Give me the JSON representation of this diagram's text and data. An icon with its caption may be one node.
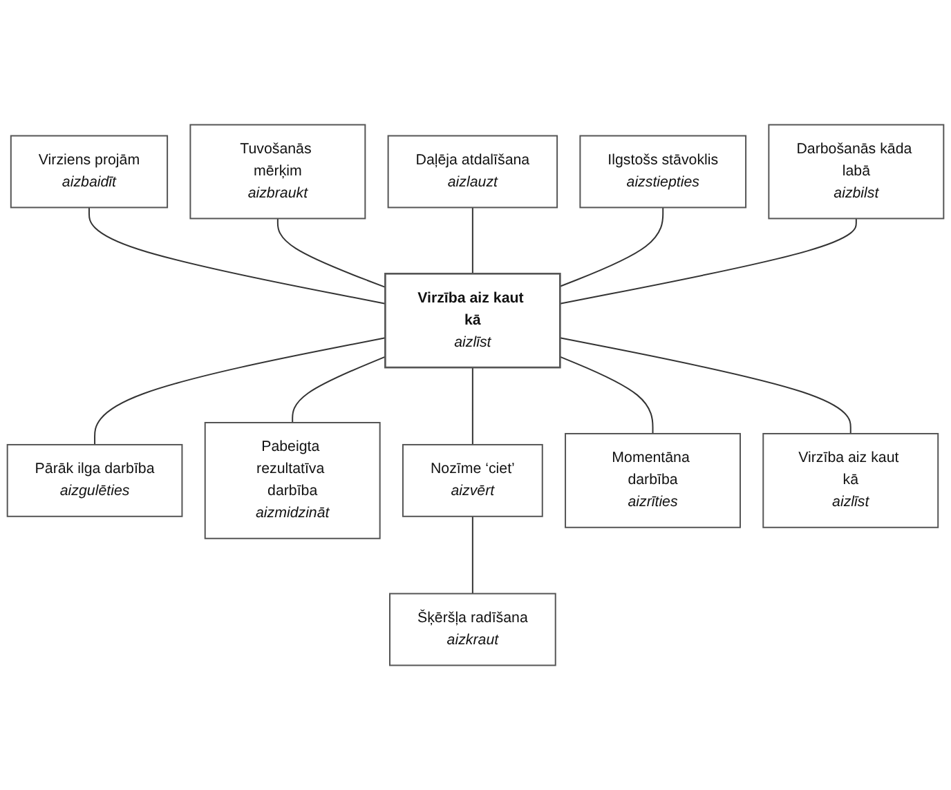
{
  "diagram": {
    "nodes": [
      {
        "text": [
          "Virziens projām",
          "aizbaidīt"
        ]
      },
      {
        "text": [
          "Tuvošanās mērķim",
          "aizbraukt"
        ]
      },
      {
        "text": [
          "Daļēja atdalīšana",
          "aizlauzt"
        ]
      },
      {
        "text": [
          "Ilgstošs stāvoklis",
          "aizstiepties"
        ]
      },
      {
        "text": [
          "Virzība aiz kaut kā",
          "aizlīst"
        ]
      },
      {
        "text": [
          "Darbošanās kāda labā",
          "aizbilst"
        ]
      },
      {
        "text": [
          "Pārāk ilga darbība",
          "aizgulēties"
        ]
      },
      {
        "text": [
          "Pabeigta rezultatīva darbība",
          "aizmidzināt"
        ]
      },
      {
        "text": [
          "Nozīme ‘ciet’",
          "aizvērt"
        ]
      },
      {
        "text": [
          "Šķēršļa radīšana",
          "aizkraut"
        ]
      },
      {
        "text": [
          "Momentāna darbība",
          "aizrīties"
        ]
      },
      {
        "text": [
          "Virzība aiz kaut kā",
          "aizlīst"
        ]
      }
    ],
    "edges": [
      {
        "from": 0,
        "to": 4,
        "arrow": "none"
      },
      {
        "from": 1,
        "to": 4,
        "arrow": "none"
      },
      {
        "from": 2,
        "to": 4,
        "arrow": "none"
      },
      {
        "from": 3,
        "to": 4,
        "arrow": "none"
      },
      {
        "from": 5,
        "to": 4,
        "arrow": "none"
      },
      {
        "from": 4,
        "to": 6,
        "arrow": "none"
      },
      {
        "from": 4,
        "to": 7,
        "arrow": "none"
      },
      {
        "from": 4,
        "to": 8,
        "arrow": "none"
      },
      {
        "from": 8,
        "to": 9,
        "arrow": "none"
      },
      {
        "from": 4,
        "to": 10,
        "arrow": "none"
      },
      {
        "from": 4,
        "to": 11,
        "arrow": "none"
      }
    ]
  }
}
